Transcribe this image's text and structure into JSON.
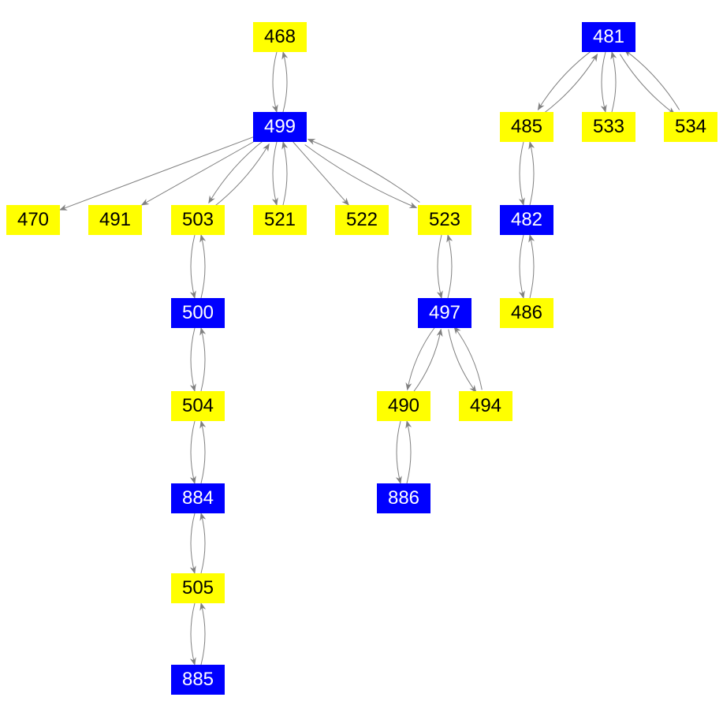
{
  "colors": {
    "yellow": "#ffff00",
    "blue": "#0000ff",
    "edge": "#808080",
    "text_on_yellow": "#000000",
    "text_on_blue": "#ffffff"
  },
  "nodes": [
    {
      "id": "468",
      "type": "yellow"
    },
    {
      "id": "499",
      "type": "blue"
    },
    {
      "id": "470",
      "type": "yellow"
    },
    {
      "id": "491",
      "type": "yellow"
    },
    {
      "id": "503",
      "type": "yellow"
    },
    {
      "id": "521",
      "type": "yellow"
    },
    {
      "id": "522",
      "type": "yellow"
    },
    {
      "id": "523",
      "type": "yellow"
    },
    {
      "id": "500",
      "type": "blue"
    },
    {
      "id": "504",
      "type": "yellow"
    },
    {
      "id": "884",
      "type": "blue"
    },
    {
      "id": "505",
      "type": "yellow"
    },
    {
      "id": "885",
      "type": "blue"
    },
    {
      "id": "497",
      "type": "blue"
    },
    {
      "id": "490",
      "type": "yellow"
    },
    {
      "id": "494",
      "type": "yellow"
    },
    {
      "id": "886",
      "type": "blue"
    },
    {
      "id": "481",
      "type": "blue"
    },
    {
      "id": "485",
      "type": "yellow"
    },
    {
      "id": "533",
      "type": "yellow"
    },
    {
      "id": "534",
      "type": "yellow"
    },
    {
      "id": "482",
      "type": "blue"
    },
    {
      "id": "486",
      "type": "yellow"
    }
  ],
  "edges": [
    [
      "468",
      "499"
    ],
    [
      "499",
      "468"
    ],
    [
      "499",
      "470"
    ],
    [
      "499",
      "491"
    ],
    [
      "499",
      "503"
    ],
    [
      "503",
      "499"
    ],
    [
      "499",
      "521"
    ],
    [
      "521",
      "499"
    ],
    [
      "499",
      "522"
    ],
    [
      "499",
      "523"
    ],
    [
      "523",
      "499"
    ],
    [
      "503",
      "500"
    ],
    [
      "500",
      "503"
    ],
    [
      "500",
      "504"
    ],
    [
      "504",
      "500"
    ],
    [
      "504",
      "884"
    ],
    [
      "884",
      "504"
    ],
    [
      "884",
      "505"
    ],
    [
      "505",
      "884"
    ],
    [
      "505",
      "885"
    ],
    [
      "885",
      "505"
    ],
    [
      "523",
      "497"
    ],
    [
      "497",
      "523"
    ],
    [
      "497",
      "490"
    ],
    [
      "490",
      "497"
    ],
    [
      "497",
      "494"
    ],
    [
      "494",
      "497"
    ],
    [
      "490",
      "886"
    ],
    [
      "886",
      "490"
    ],
    [
      "481",
      "485"
    ],
    [
      "485",
      "481"
    ],
    [
      "481",
      "533"
    ],
    [
      "533",
      "481"
    ],
    [
      "481",
      "534"
    ],
    [
      "534",
      "481"
    ],
    [
      "485",
      "482"
    ],
    [
      "482",
      "485"
    ],
    [
      "482",
      "486"
    ],
    [
      "486",
      "482"
    ]
  ]
}
